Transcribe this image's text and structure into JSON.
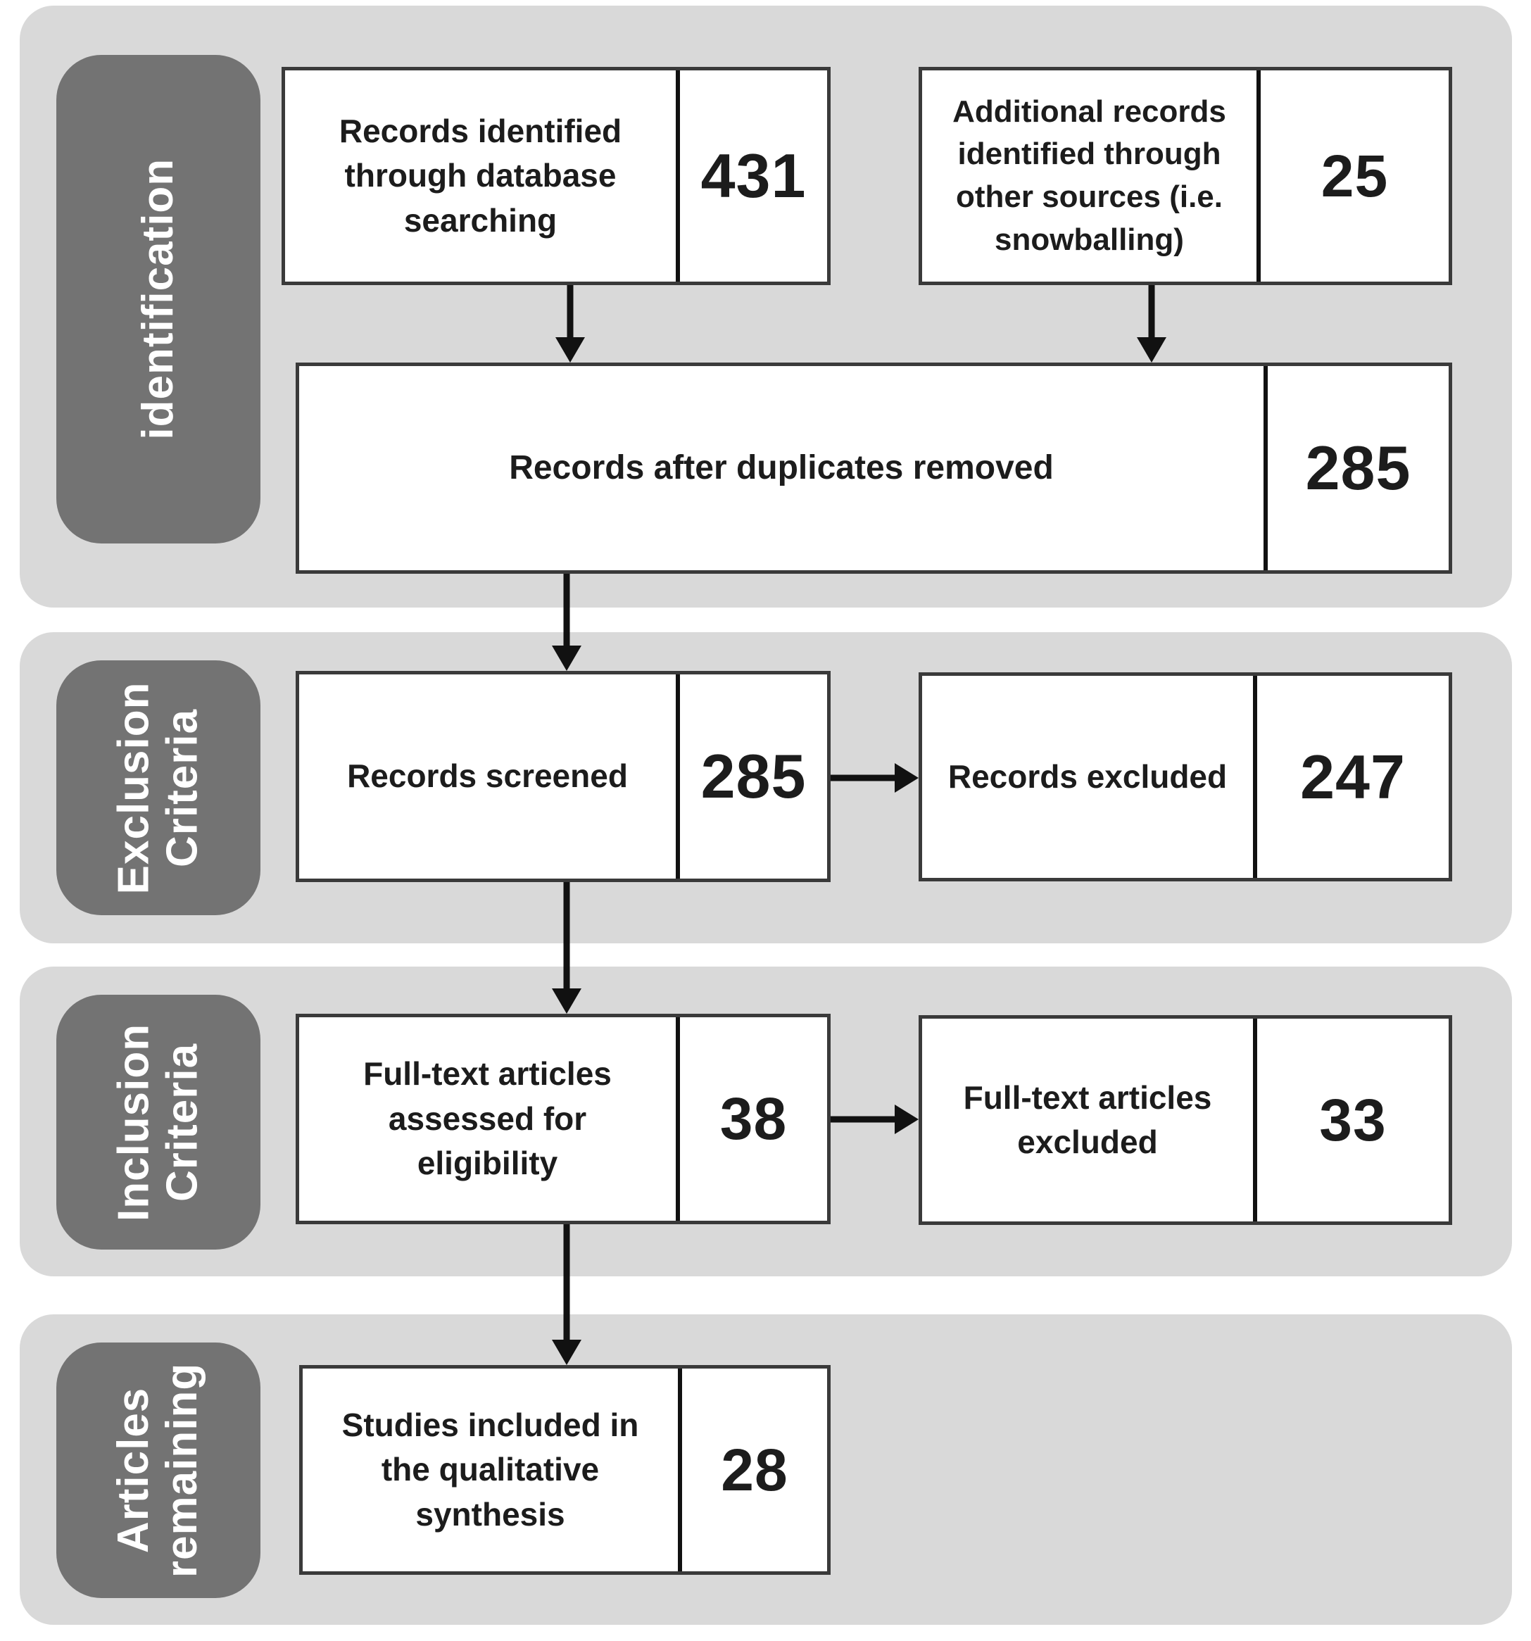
{
  "figure_type": "prisma-flow-diagram",
  "sections": [
    {
      "name": "identification",
      "text": "identification"
    },
    {
      "name": "exclusion-criteria",
      "text": "Exclusion\nCriteria"
    },
    {
      "name": "inclusion-criteria",
      "text": "Inclusion\nCriteria"
    },
    {
      "name": "articles-remaining",
      "text": "Articles\nremaining"
    }
  ],
  "boxes": [
    {
      "id": "records-identified",
      "label": "Records identified through database searching",
      "count": "431"
    },
    {
      "id": "additional-records",
      "label": "Additional records identified through other sources (i.e. snowballing)",
      "count": "25"
    },
    {
      "id": "duplicates-removed",
      "label": "Records after duplicates removed",
      "count": "285"
    },
    {
      "id": "records-screened",
      "label": "Records screened",
      "count": "285"
    },
    {
      "id": "records-excluded",
      "label": "Records excluded",
      "count": "247"
    },
    {
      "id": "fulltext-assessed",
      "label": "Full-text articles assessed for eligibility",
      "count": "38"
    },
    {
      "id": "fulltext-excluded",
      "label": "Full-text articles excluded",
      "count": "33"
    },
    {
      "id": "studies-included",
      "label": "Studies included in the qualitative synthesis",
      "count": "28"
    }
  ],
  "colors": {
    "band_bg": "#d9d9d9",
    "section_label_bg": "#737373",
    "section_label_text": "#ffffff",
    "box_bg": "#ffffff",
    "box_border": "#3a3a3a",
    "divider": "#111111",
    "arrow": "#111111",
    "text": "#1c1c1c",
    "page_bg": "#ffffff"
  }
}
